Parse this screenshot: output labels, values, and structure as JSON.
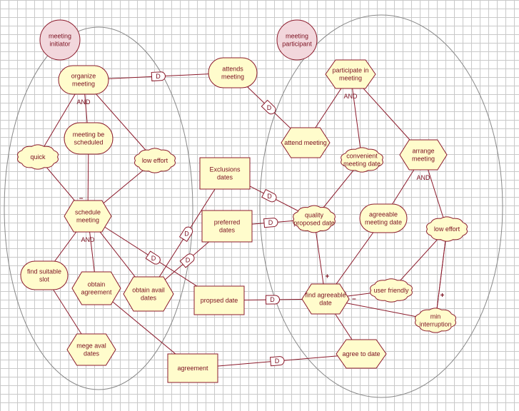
{
  "actors": [
    {
      "id": "initiator",
      "lines": [
        "meeting",
        "initiator"
      ]
    },
    {
      "id": "participant",
      "lines": [
        "meeting",
        "participant"
      ]
    }
  ],
  "nodes": [
    {
      "id": "organize",
      "kind": "goal",
      "lines": [
        "organize",
        "meeting"
      ]
    },
    {
      "id": "be_scheduled",
      "kind": "goal",
      "lines": [
        "meeting be",
        "scheduled"
      ]
    },
    {
      "id": "quick",
      "kind": "softgoal",
      "lines": [
        "quick"
      ]
    },
    {
      "id": "low_effort_1",
      "kind": "softgoal",
      "lines": [
        "low effort"
      ]
    },
    {
      "id": "schedule",
      "kind": "task",
      "lines": [
        "schedule",
        "meeting"
      ]
    },
    {
      "id": "find_slot",
      "kind": "goal",
      "lines": [
        "find suitable",
        "slot"
      ]
    },
    {
      "id": "obtain_agreement",
      "kind": "task",
      "lines": [
        "obtain",
        "agreement"
      ]
    },
    {
      "id": "obtain_avail",
      "kind": "task",
      "lines": [
        "obtain avail",
        "dates"
      ]
    },
    {
      "id": "merge",
      "kind": "task",
      "lines": [
        "mege aval",
        "dates"
      ]
    },
    {
      "id": "attends",
      "kind": "goal",
      "lines": [
        "attends",
        "meeting"
      ]
    },
    {
      "id": "exclusions",
      "kind": "resource",
      "lines": [
        "Exclusions",
        "dates"
      ]
    },
    {
      "id": "preferred",
      "kind": "resource",
      "lines": [
        "preferred",
        "dates"
      ]
    },
    {
      "id": "proposed",
      "kind": "resource",
      "lines": [
        "propsed date"
      ]
    },
    {
      "id": "agreement",
      "kind": "resource",
      "lines": [
        "agreement"
      ]
    },
    {
      "id": "participate",
      "kind": "task",
      "lines": [
        "participate in",
        "meeting"
      ]
    },
    {
      "id": "attend",
      "kind": "task",
      "lines": [
        "attend meeting"
      ]
    },
    {
      "id": "convenient",
      "kind": "softgoal",
      "lines": [
        "convenient",
        "meeting date"
      ]
    },
    {
      "id": "arrange",
      "kind": "task",
      "lines": [
        "arrange",
        "meeting"
      ]
    },
    {
      "id": "quality",
      "kind": "softgoal",
      "lines": [
        "quality",
        "proposed date"
      ]
    },
    {
      "id": "agreeable",
      "kind": "goal",
      "lines": [
        "agreeable",
        "meeting date"
      ]
    },
    {
      "id": "low_effort_2",
      "kind": "softgoal",
      "lines": [
        "low effort"
      ]
    },
    {
      "id": "find_agreeable",
      "kind": "task",
      "lines": [
        "find agreeable",
        "date"
      ]
    },
    {
      "id": "user_friendly",
      "kind": "softgoal",
      "lines": [
        "user friendly"
      ]
    },
    {
      "id": "min_interruption",
      "kind": "softgoal",
      "lines": [
        "min",
        "interruption"
      ]
    },
    {
      "id": "agree_to_date",
      "kind": "task",
      "lines": [
        "agree to date"
      ]
    }
  ],
  "decompositions": [
    {
      "parent": "organize",
      "label": "AND",
      "children": [
        "be_scheduled",
        "quick",
        "low_effort_1"
      ]
    },
    {
      "parent": "schedule",
      "label": "AND",
      "children": [
        "find_slot",
        "obtain_agreement",
        "obtain_avail"
      ]
    },
    {
      "parent": "participate",
      "label": "AND",
      "children": [
        "attend",
        "convenient",
        "arrange"
      ]
    },
    {
      "parent": "arrange",
      "label": "AND",
      "children": [
        "agreeable",
        "low_effort_2"
      ]
    }
  ],
  "means_end": [
    {
      "from": "schedule",
      "to": "be_scheduled"
    },
    {
      "from": "merge",
      "to": "find_slot"
    }
  ],
  "contributions": [
    {
      "from": "schedule",
      "to": "quick",
      "sign": "–"
    },
    {
      "from": "schedule",
      "to": "low_effort_1",
      "sign": ""
    },
    {
      "from": "quality",
      "to": "convenient",
      "sign": ""
    },
    {
      "from": "find_agreeable",
      "to": "quality",
      "sign": "+"
    },
    {
      "from": "find_agreeable",
      "to": "user_friendly",
      "sign": "–"
    },
    {
      "from": "find_agreeable",
      "to": "min_interruption",
      "sign": "–"
    },
    {
      "from": "user_friendly",
      "to": "low_effort_2",
      "sign": ""
    },
    {
      "from": "min_interruption",
      "to": "low_effort_2",
      "sign": "+"
    },
    {
      "from": "min_interruption",
      "to": "low_effort_2",
      "sign": ""
    }
  ],
  "links": [
    {
      "from": "agreeable",
      "to": "find_agreeable"
    },
    {
      "from": "find_agreeable",
      "to": "agree_to_date"
    },
    {
      "from": "obtain_agreement",
      "to": "agreement"
    }
  ],
  "dependencies": [
    {
      "from": "organize",
      "to": "attends",
      "label": "D"
    },
    {
      "from": "attends",
      "to": "attend",
      "label": "D"
    },
    {
      "from": "exclusions",
      "to": "quality",
      "label": "D"
    },
    {
      "from": "preferred",
      "to": "quality",
      "label": "D"
    },
    {
      "from": "obtain_avail",
      "to": "exclusions",
      "label": "D"
    },
    {
      "from": "obtain_avail",
      "to": "preferred",
      "label": "D"
    },
    {
      "from": "schedule",
      "to": "proposed",
      "label": "D"
    },
    {
      "from": "proposed",
      "to": "find_agreeable",
      "label": "D"
    },
    {
      "from": "agreement",
      "to": "agree_to_date",
      "label": "D"
    }
  ]
}
